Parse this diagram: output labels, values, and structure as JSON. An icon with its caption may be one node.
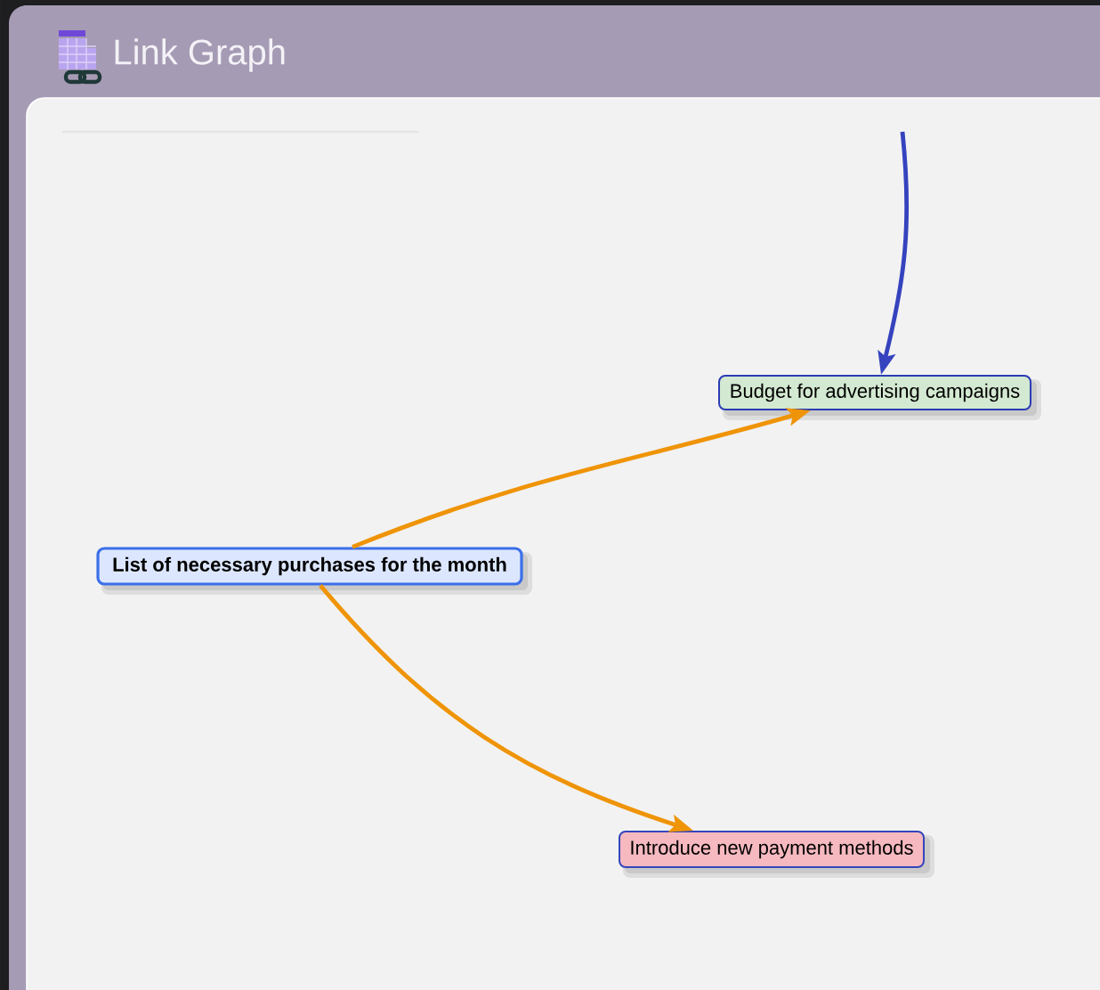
{
  "diagram": {
    "title": "Link Graph",
    "nodes": [
      {
        "text": [
          "Budget for advertising campaigns"
        ]
      },
      {
        "text": [
          "List of necessary purchases for the month"
        ]
      },
      {
        "text": [
          "Introduce new payment methods"
        ]
      }
    ],
    "edges": [
      {
        "from": null,
        "to": 0,
        "arrow": "to",
        "color": "#3543be"
      },
      {
        "from": 1,
        "to": 0,
        "arrow": "to"
      },
      {
        "from": 1,
        "to": 2,
        "arrow": "to"
      }
    ]
  }
}
